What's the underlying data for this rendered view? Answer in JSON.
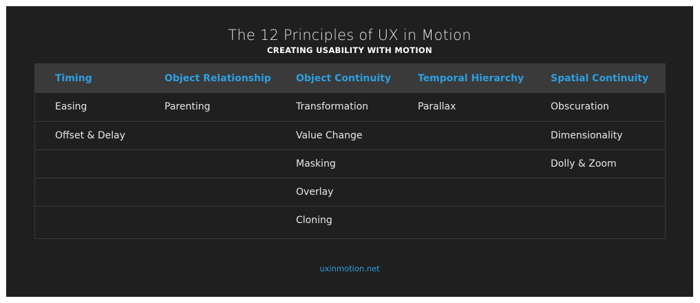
{
  "title": "The 12 Principles of UX in Motion",
  "subtitle": "CREATING USABILITY WITH MOTION",
  "table": {
    "columns": [
      "Timing",
      "Object Relationship",
      "Object Continuity",
      "Temporal Hierarchy",
      "Spatial Continuity"
    ],
    "rows": [
      [
        "Easing",
        "Parenting",
        "Transformation",
        "Parallax",
        "Obscuration"
      ],
      [
        "Offset & Delay",
        "",
        "Value Change",
        "",
        "Dimensionality"
      ],
      [
        "",
        "",
        "Masking",
        "",
        "Dolly & Zoom"
      ],
      [
        "",
        "",
        "Overlay",
        "",
        ""
      ],
      [
        "",
        "",
        "Cloning",
        "",
        ""
      ]
    ]
  },
  "footer": "uxinmotion.net",
  "colors": {
    "background": "#1f1f1f",
    "header_bg": "#3a3a3a",
    "accent": "#2d9fe0",
    "text": "#e8e8e8"
  }
}
